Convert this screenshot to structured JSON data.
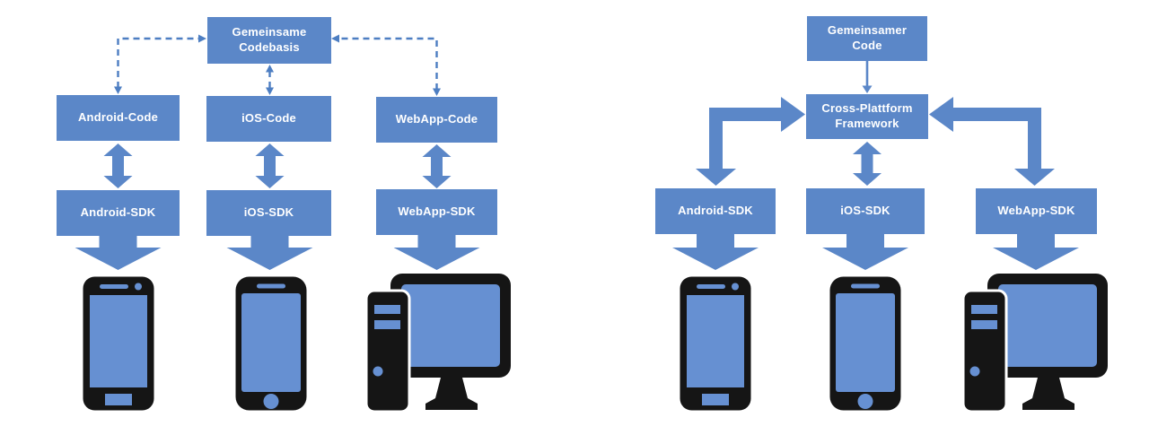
{
  "colors": {
    "node_fill": "#5b87c8",
    "arrow_fill": "#5b87c8",
    "dashed_arrow_stroke": "#4d7ec2",
    "node_text": "#ffffff",
    "device_body": "#151515",
    "device_screen": "#6690d2",
    "background": "#ffffff"
  },
  "left_diagram": {
    "top_label": "Gemeinsame Codebasis",
    "code_labels": [
      "Android-Code",
      "iOS-Code",
      "WebApp-Code"
    ],
    "sdk_labels": [
      "Android-SDK",
      "iOS-SDK",
      "WebApp-SDK"
    ],
    "device_icons": [
      "android-smartphone-icon",
      "ios-smartphone-icon",
      "desktop-computer-icon"
    ]
  },
  "right_diagram": {
    "top_label": "Gemeinsamer Code",
    "framework_label": "Cross-Plattform Framework",
    "sdk_labels": [
      "Android-SDK",
      "iOS-SDK",
      "WebApp-SDK"
    ],
    "device_icons": [
      "android-smartphone-icon",
      "ios-smartphone-icon",
      "desktop-computer-icon"
    ]
  }
}
